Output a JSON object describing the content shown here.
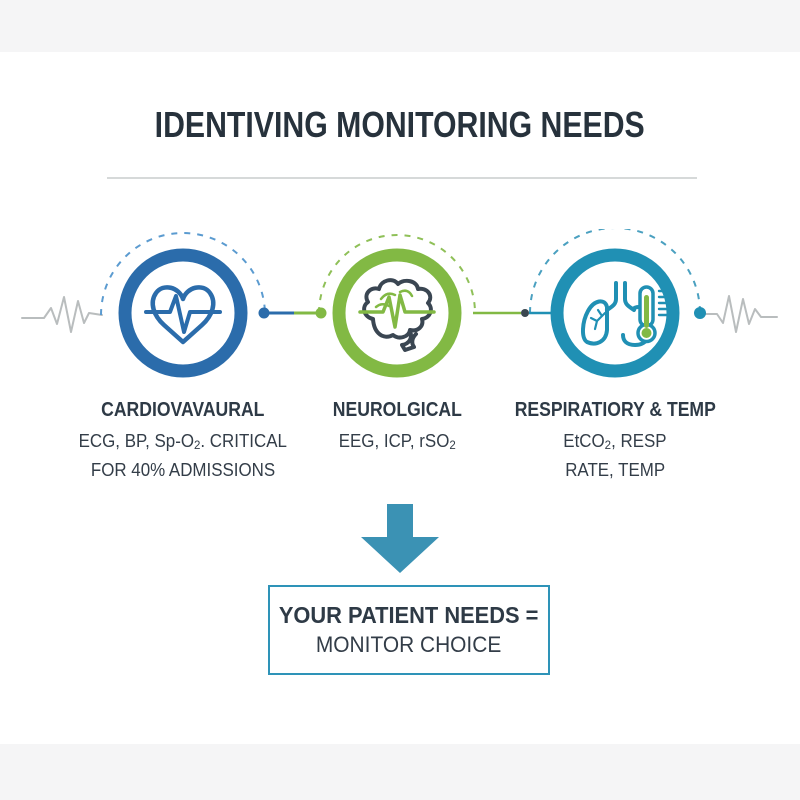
{
  "palette": {
    "blue": "#2b6cab",
    "green": "#82b944",
    "teal": "#2090b4",
    "box_border_teal": "#2e93b8",
    "arrow_teal": "#3b92b4",
    "dark_text": "#2e3a46",
    "gray_waveform": "#b9bdbe",
    "divider_gray": "#d6d9d9",
    "band_gray": "#f5f5f6"
  },
  "title": "IDENTIVING MONITORING NEEDS",
  "columns": [
    {
      "heading": "CARDIOVAVAURAL",
      "icon": "heart-ecg-icon",
      "color": "#2b6cab",
      "detail": {
        "pre": "ECG, BP, Sp-O",
        "sub": "2",
        "post": ". CRITICAL",
        "line2": "FOR 40% ADMISSIONS"
      }
    },
    {
      "heading": "NEUROLGICAL",
      "icon": "brain-ecg-icon",
      "color": "#82b944",
      "detail": {
        "pre": "EEG, ICP, rSO",
        "sub": "2",
        "post": "",
        "line2": ""
      }
    },
    {
      "heading": "RESPIRATIORY & TEMP",
      "icon": "lungs-thermometer-icon",
      "color": "#2090b4",
      "detail": {
        "pre": "EtCO",
        "sub": "2",
        "post": ", RESP",
        "line2": "RATE, TEMP"
      }
    }
  ],
  "result_box": {
    "line1": "YOUR PATIENT NEEDS =",
    "line2": "MONITOR CHOICE"
  }
}
